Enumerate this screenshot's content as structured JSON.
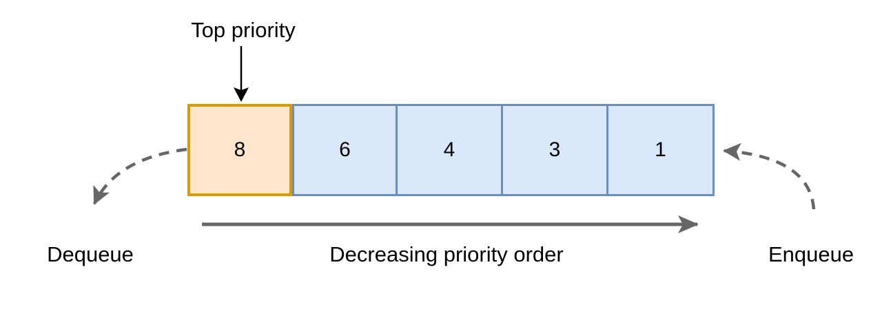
{
  "labels": {
    "top_priority": "Top priority",
    "dequeue": "Dequeue",
    "order": "Decreasing priority order",
    "enqueue": "Enqueue"
  },
  "queue": {
    "cells": [
      {
        "value": "8",
        "highlighted": true
      },
      {
        "value": "6",
        "highlighted": false
      },
      {
        "value": "4",
        "highlighted": false
      },
      {
        "value": "3",
        "highlighted": false
      },
      {
        "value": "1",
        "highlighted": false
      }
    ]
  },
  "icons": {
    "top_priority_arrow": "down-arrow",
    "dequeue_arrow": "dashed-curved-arrow-down-left",
    "enqueue_arrow": "dashed-curved-arrow-into-queue",
    "order_arrow": "right-arrow"
  },
  "colors": {
    "background": "#FFFFFF",
    "text": "#000000",
    "highlight_fill": "#FFE6CC",
    "highlight_border": "#D79B00",
    "cell_fill": "#DAE8FC",
    "cell_border": "#6C8EBF",
    "arrow_gray": "#666666",
    "arrow_black": "#000000"
  }
}
